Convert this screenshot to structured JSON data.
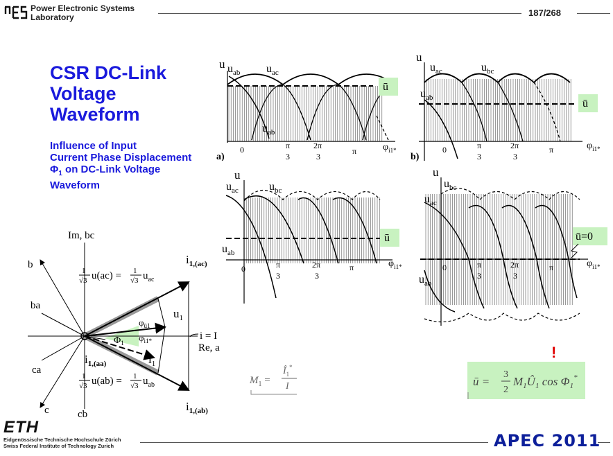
{
  "header": {
    "lab_line1": "Power Electronic Systems",
    "lab_line2": "Laboratory",
    "page": "187/268"
  },
  "title": {
    "line1": "CSR DC-Link",
    "line2": "Voltage",
    "line3": "Waveform"
  },
  "subtitle": {
    "line1": "Influence of Input",
    "line2": "Current Phase  Displacement",
    "line3": "Φ",
    "line3_sub": "1",
    "line3_rest": " on DC-Link Voltage",
    "line4": "Waveform"
  },
  "phasor": {
    "axis_label": "Im, bc",
    "re_label": "Re, a",
    "b": "b",
    "ba": "ba",
    "ca": "ca",
    "c": "c",
    "cb": "cb",
    "i_ac": "i",
    "i_ac_sub": "1,(ac)",
    "i_ab": "i",
    "i_ab_sub": "1,(ab)",
    "i_aa": "i",
    "i_aa_sub": "1,(aa)",
    "u1": "u",
    "u1_sub": "1",
    "i1star": "i",
    "i1star_sub": "1",
    "i_eq": "i = I",
    "phi_u": "φ",
    "phi_u_sub": "ū1",
    "phi_i": "φ",
    "phi_i_sub": "i1*",
    "Phi1": "Φ",
    "Phi1_sub": "1",
    "eq_ac": "u(ac) = ",
    "eq_ac_r": "u",
    "eq_ac_sub": "ac",
    "eq_ab": "u(ab) = ",
    "eq_ab_r": "u",
    "eq_ab_sub": "ab",
    "frac_1": "1",
    "frac_sqrt3": "√3"
  },
  "plots": {
    "u": "u",
    "uab": "u",
    "uab_sub": "ab",
    "uac": "u",
    "uac_sub": "ac",
    "ubc": "u",
    "ubc_sub": "bc",
    "ubar": "ū",
    "ubar_zero": "ū=0",
    "phi": "φ",
    "phi_sub": "i1*",
    "zero": "0",
    "pi": "π",
    "two_pi": "2π",
    "three": "3",
    "label_a": "a)",
    "label_b": "b)"
  },
  "formulas": {
    "m1_lhs": "M",
    "m1_lhs_sub": "1",
    "m1_eq": " = ",
    "m1_num": "Î",
    "m1_num_sub": "1",
    "m1_num_sup": "*",
    "m1_den": "I",
    "ubar_lhs": "ū = ",
    "ubar_num": "3",
    "ubar_den": "2",
    "ubar_rest": "M",
    "ubar_rest_sub": "1",
    "ubar_U": "Û",
    "ubar_U_sub": "1",
    "ubar_cos": " cos Φ",
    "ubar_cos_sub": "1",
    "ubar_cos_sup": "*",
    "exclaim": "!"
  },
  "footer": {
    "eth": "ETH",
    "line1": "Eidgenössische Technische Hochschule Zürich",
    "line2": "Swiss Federal Institute of Technology Zurich",
    "apec": "APEC 2011"
  },
  "colors": {
    "title": "#1a1adc",
    "highlight": "#c8f2c0",
    "apec": "#0d1f9a",
    "exclaim": "#e00000"
  }
}
